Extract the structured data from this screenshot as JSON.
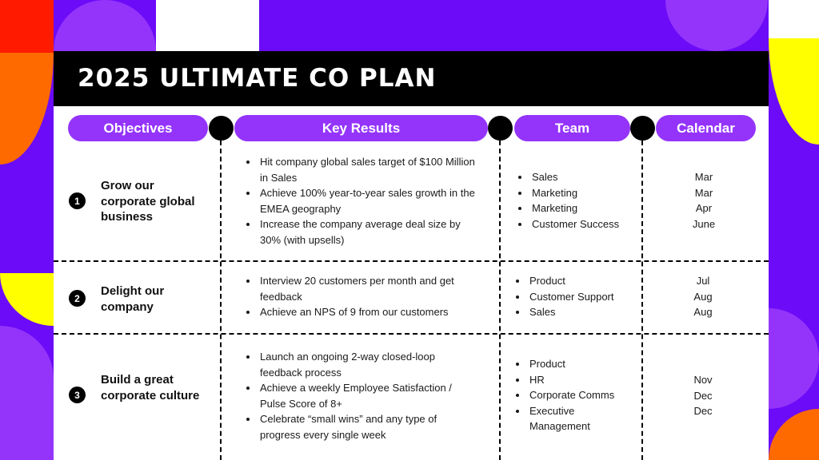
{
  "title": "2025 ULTIMATE CO PLAN",
  "colors": {
    "violet": "#6c0bf7",
    "light_purple": "#9434fb",
    "red": "#ff1a00",
    "orange": "#ff6a00",
    "yellow": "#ffff00",
    "black": "#000000",
    "white": "#ffffff"
  },
  "headers": {
    "objectives": "Objectives",
    "key_results": "Key Results",
    "team": "Team",
    "calendar": "Calendar"
  },
  "rows": [
    {
      "number": "1",
      "objective": "Grow our corporate global business",
      "key_results": [
        "Hit company global sales target of $100 Million in Sales",
        "Achieve 100% year-to-year sales growth in the EMEA geography",
        "Increase the company average deal size by 30% (with upsells)"
      ],
      "team": [
        "Sales",
        "Marketing",
        "Marketing",
        "Customer Success"
      ],
      "calendar": [
        "Mar",
        "Mar",
        "Apr",
        "June"
      ]
    },
    {
      "number": "2",
      "objective": "Delight our company",
      "key_results": [
        "Interview 20 customers per month and get feedback",
        "Achieve an NPS of 9 from our customers"
      ],
      "team": [
        "Product",
        "Customer Support",
        "Sales"
      ],
      "calendar": [
        "Jul",
        "Aug",
        "Aug"
      ]
    },
    {
      "number": "3",
      "objective": "Build a great corporate culture",
      "key_results": [
        "Launch an ongoing 2-way closed-loop feedback process",
        "Achieve a weekly Employee Satisfaction / Pulse Score of 8+",
        "Celebrate “small wins” and any type of progress every single week"
      ],
      "team": [
        "Product",
        "HR",
        "Corporate Comms",
        "Executive Management"
      ],
      "calendar": [
        "Nov",
        "Dec",
        "Dec"
      ]
    }
  ]
}
